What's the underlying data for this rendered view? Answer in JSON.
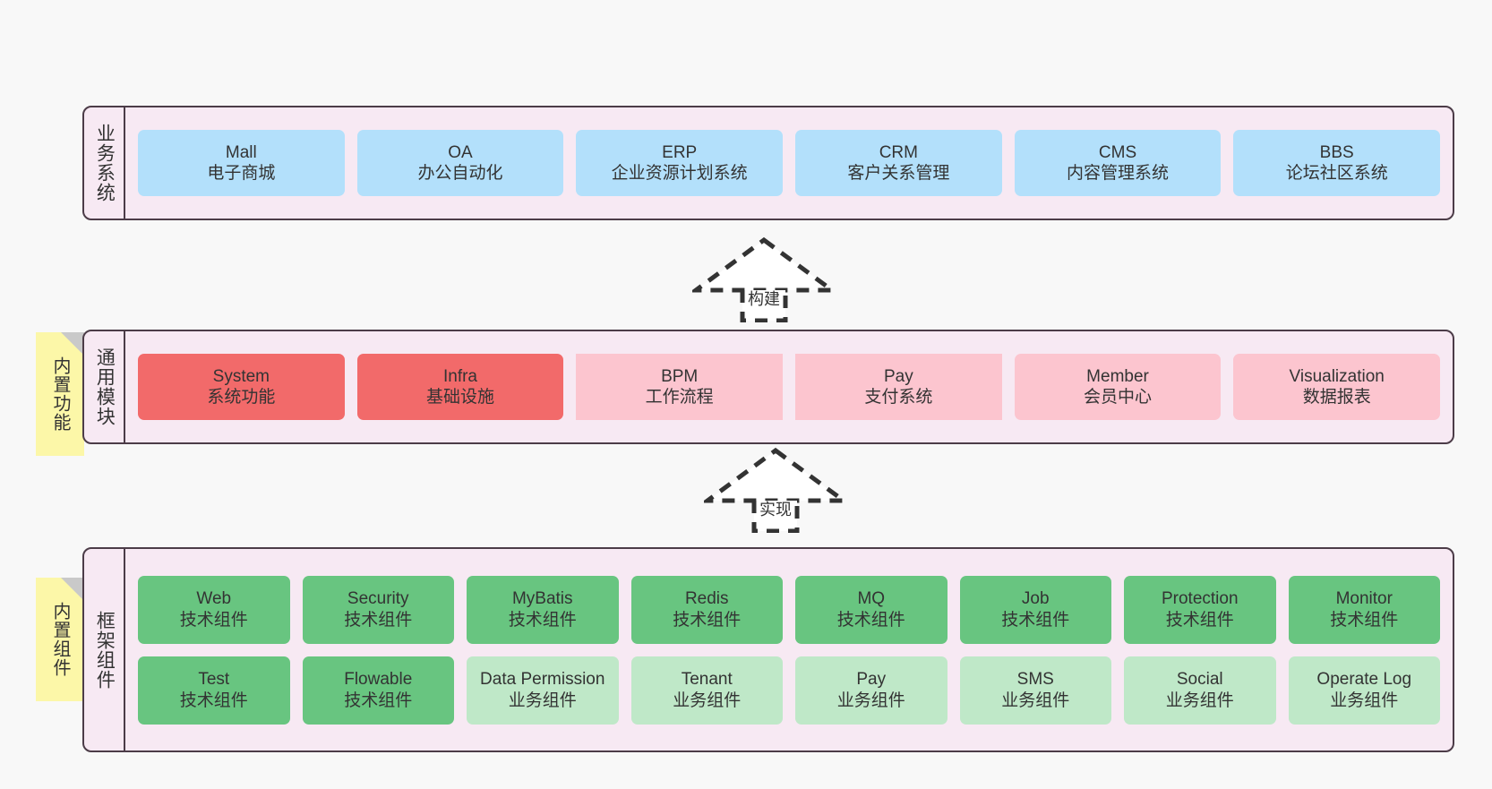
{
  "diagram": {
    "title": "ruoyi-vue-pro architecture layers",
    "background": "#f8f8f8",
    "panel_bg": "#f7e9f3",
    "panel_border": "#4c3c48",
    "sticky_bg": "#fcf7a8",
    "colors": {
      "blue": "#b3e0fb",
      "red": "#f26a6a",
      "pink": "#fcc5cf",
      "green": "#68c580",
      "light_green": "#bfe8c8"
    }
  },
  "layers": [
    {
      "id": "business",
      "title": "业务系统",
      "rows": [
        {
          "nodes": [
            {
              "name": "Mall",
              "desc": "电子商城",
              "color": "blue",
              "shape": "rounded"
            },
            {
              "name": "OA",
              "desc": "办公自动化",
              "color": "blue",
              "shape": "rounded"
            },
            {
              "name": "ERP",
              "desc": "企业资源计划系统",
              "color": "blue",
              "shape": "rounded"
            },
            {
              "name": "CRM",
              "desc": "客户关系管理",
              "color": "blue",
              "shape": "rounded"
            },
            {
              "name": "CMS",
              "desc": "内容管理系统",
              "color": "blue",
              "shape": "rounded"
            },
            {
              "name": "BBS",
              "desc": "论坛社区系统",
              "color": "blue",
              "shape": "rounded"
            }
          ]
        }
      ]
    },
    {
      "id": "common",
      "title": "通用模块",
      "sticky": "内置功能",
      "rows": [
        {
          "nodes": [
            {
              "name": "System",
              "desc": "系统功能",
              "color": "red",
              "shape": "rounded"
            },
            {
              "name": "Infra",
              "desc": "基础设施",
              "color": "red",
              "shape": "rounded"
            },
            {
              "name": "BPM",
              "desc": "工作流程",
              "color": "pink",
              "shape": "square"
            },
            {
              "name": "Pay",
              "desc": "支付系统",
              "color": "pink",
              "shape": "square"
            },
            {
              "name": "Member",
              "desc": "会员中心",
              "color": "pink",
              "shape": "rounded"
            },
            {
              "name": "Visualization",
              "desc": "数据报表",
              "color": "pink",
              "shape": "rounded"
            }
          ]
        }
      ]
    },
    {
      "id": "frame",
      "title": "框架组件",
      "sticky": "内置组件",
      "rows": [
        {
          "nodes": [
            {
              "name": "Web",
              "desc": "技术组件",
              "color": "green",
              "shape": "rounded"
            },
            {
              "name": "Security",
              "desc": "技术组件",
              "color": "green",
              "shape": "rounded"
            },
            {
              "name": "MyBatis",
              "desc": "技术组件",
              "color": "green",
              "shape": "rounded"
            },
            {
              "name": "Redis",
              "desc": "技术组件",
              "color": "green",
              "shape": "rounded"
            },
            {
              "name": "MQ",
              "desc": "技术组件",
              "color": "green",
              "shape": "rounded"
            },
            {
              "name": "Job",
              "desc": "技术组件",
              "color": "green",
              "shape": "rounded"
            },
            {
              "name": "Protection",
              "desc": "技术组件",
              "color": "green",
              "shape": "rounded"
            },
            {
              "name": "Monitor",
              "desc": "技术组件",
              "color": "green",
              "shape": "rounded"
            }
          ]
        },
        {
          "nodes": [
            {
              "name": "Test",
              "desc": "技术组件",
              "color": "green",
              "shape": "rounded"
            },
            {
              "name": "Flowable",
              "desc": "技术组件",
              "color": "green",
              "shape": "rounded"
            },
            {
              "name": "Data Permission",
              "desc": "业务组件",
              "color": "light_green",
              "shape": "rounded",
              "wrap": true
            },
            {
              "name": "Tenant",
              "desc": "业务组件",
              "color": "light_green",
              "shape": "rounded"
            },
            {
              "name": "Pay",
              "desc": "业务组件",
              "color": "light_green",
              "shape": "rounded"
            },
            {
              "name": "SMS",
              "desc": "业务组件",
              "color": "light_green",
              "shape": "rounded"
            },
            {
              "name": "Social",
              "desc": "业务组件",
              "color": "light_green",
              "shape": "rounded"
            },
            {
              "name": "Operate Log",
              "desc": "业务组件",
              "color": "light_green",
              "shape": "rounded"
            }
          ]
        }
      ]
    }
  ],
  "connectors": [
    {
      "id": "build",
      "label": "构建",
      "from": "common",
      "to": "business",
      "style": "dashed-generalization"
    },
    {
      "id": "realize",
      "label": "实现",
      "from": "frame",
      "to": "common",
      "style": "dashed-generalization"
    }
  ]
}
